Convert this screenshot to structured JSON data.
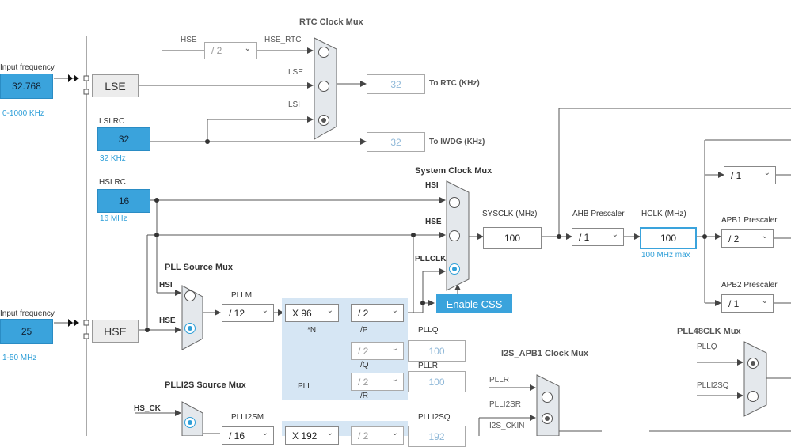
{
  "input_freq_lse": {
    "label": "Input frequency",
    "value": "32.768",
    "range": "0-1000 KHz"
  },
  "input_freq_hse": {
    "label": "Input frequency",
    "value": "25",
    "range": "1-50 MHz"
  },
  "lse": {
    "label": "LSE"
  },
  "hse": {
    "label": "HSE"
  },
  "lsi_rc": {
    "label": "LSI RC",
    "value": "32",
    "unit": "32 KHz"
  },
  "hsi_rc": {
    "label": "HSI RC",
    "value": "16",
    "unit": "16 MHz"
  },
  "rtc_mux": {
    "title": "RTC Clock Mux",
    "hse_label": "HSE",
    "hse_div": "/ 2",
    "hse_rtc_label": "HSE_RTC",
    "lse_label": "LSE",
    "lsi_label": "LSI"
  },
  "to_rtc": {
    "value": "32",
    "label": "To RTC (KHz)"
  },
  "to_iwdg": {
    "value": "32",
    "label": "To IWDG (KHz)"
  },
  "sys_mux": {
    "title": "System Clock Mux",
    "hsi": "HSI",
    "hse": "HSE",
    "pllclk": "PLLCLK"
  },
  "sysclk": {
    "label": "SYSCLK (MHz)",
    "value": "100"
  },
  "ahb": {
    "label": "AHB Prescaler",
    "value": "/ 1"
  },
  "hclk": {
    "label": "HCLK (MHz)",
    "value": "100",
    "max": "100 MHz max"
  },
  "apb1": {
    "label": "APB1 Prescaler",
    "value": "/ 2"
  },
  "apb2": {
    "label": "APB2 Prescaler",
    "value": "/ 1"
  },
  "top_right_div": {
    "value": "/ 1"
  },
  "enable_css": {
    "label": "Enable CSS"
  },
  "pll_src_mux": {
    "title": "PLL Source Mux",
    "hsi": "HSI",
    "hse": "HSE"
  },
  "pllm": {
    "label": "PLLM",
    "value": "/ 12"
  },
  "plln": {
    "value": "X 96",
    "sub": "*N"
  },
  "pllp": {
    "value": "/ 2",
    "sub": "/P"
  },
  "pllq": {
    "value": "/ 2",
    "sub": "/Q",
    "out_label": "PLLQ",
    "out_value": "100"
  },
  "pllr": {
    "value": "/ 2",
    "sub": "/R",
    "out_label": "PLLR",
    "out_value": "100"
  },
  "pll_label": "PLL",
  "pll48_mux": {
    "title": "PLL48CLK Mux",
    "pllq": "PLLQ",
    "plli2sq": "PLLI2SQ"
  },
  "i2s_mux": {
    "title": "I2S_APB1 Clock Mux",
    "pllr": "PLLR",
    "plli2sr": "PLLI2SR",
    "i2s_ckin": "I2S_CKIN"
  },
  "plli2s_src_mux": {
    "title": "PLLI2S Source Mux",
    "hs_ck": "HS_CK"
  },
  "plli2sm": {
    "label": "PLLI2SM",
    "value": "/ 16"
  },
  "plli2sn": {
    "value": "X 192"
  },
  "plli2sp": {
    "value": "/ 2"
  },
  "plli2sq": {
    "label": "PLLI2SQ",
    "value": "192"
  }
}
